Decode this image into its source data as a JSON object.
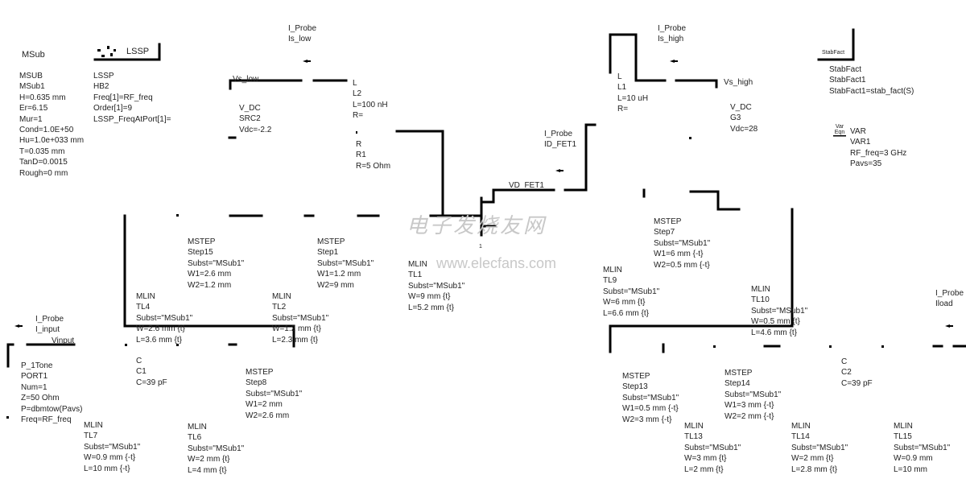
{
  "labels": {
    "msub_title": "MSub",
    "lssp_title": "LSSP",
    "vs_low": "Vs_low",
    "vs_high": "Vs_high",
    "vd_fet1": "VD_FET1",
    "vinput": "Vinput",
    "stabfact_icon": "StabFact",
    "var_icon": "Var Eqn",
    "pin_1": "1"
  },
  "watermark": {
    "cn": "电子发烧友网",
    "url": "www.elecfans.com"
  },
  "blocks": [
    {
      "id": "msub",
      "lines": [
        "MSUB",
        "MSub1",
        "H=0.635 mm",
        "Er=6.15",
        "Mur=1",
        "Cond=1.0E+50",
        "Hu=1.0e+033 mm",
        "T=0.035 mm",
        "TanD=0.0015",
        "Rough=0 mm"
      ]
    },
    {
      "id": "lssp",
      "lines": [
        "LSSP",
        "HB2",
        "Freq[1]=RF_freq",
        "Order[1]=9",
        "LSSP_FreqAtPort[1]="
      ]
    },
    {
      "id": "is-low",
      "lines": [
        "I_Probe",
        "Is_low"
      ]
    },
    {
      "id": "src2",
      "lines": [
        "V_DC",
        "SRC2",
        "Vdc=-2.2"
      ]
    },
    {
      "id": "l2",
      "lines": [
        "L",
        "L2",
        "L=100 nH",
        "R="
      ]
    },
    {
      "id": "r1",
      "lines": [
        "R",
        "R1",
        "R=5 Ohm"
      ]
    },
    {
      "id": "is-high",
      "lines": [
        "I_Probe",
        "Is_high"
      ]
    },
    {
      "id": "l1",
      "lines": [
        "L",
        "L1",
        "L=10 uH",
        "R="
      ]
    },
    {
      "id": "g3",
      "lines": [
        "V_DC",
        "G3",
        "Vdc=28"
      ]
    },
    {
      "id": "stabfact",
      "lines": [
        "StabFact",
        "StabFact1",
        "StabFact1=stab_fact(S)"
      ]
    },
    {
      "id": "var",
      "lines": [
        "VAR",
        "VAR1",
        "RF_freq=3 GHz",
        "Pavs=35"
      ]
    },
    {
      "id": "id-fet1",
      "lines": [
        "I_Probe",
        "ID_FET1"
      ]
    },
    {
      "id": "step15",
      "lines": [
        "MSTEP",
        "Step15",
        "Subst=\"MSub1\"",
        "W1=2.6 mm",
        "W2=1.2 mm"
      ]
    },
    {
      "id": "step1",
      "lines": [
        "MSTEP",
        "Step1",
        "Subst=\"MSub1\"",
        "W1=1.2 mm",
        "W2=9 mm"
      ]
    },
    {
      "id": "tl1",
      "lines": [
        "MLIN",
        "TL1",
        "Subst=\"MSub1\"",
        "W=9 mm {t}",
        "L=5.2 mm {t}"
      ]
    },
    {
      "id": "step7",
      "lines": [
        "MSTEP",
        "Step7",
        "Subst=\"MSub1\"",
        "W1=6 mm {-t}",
        "W2=0.5 mm {-t}"
      ]
    },
    {
      "id": "tl9",
      "lines": [
        "MLIN",
        "TL9",
        "Subst=\"MSub1\"",
        "W=6 mm {t}",
        "L=6.6 mm {t}"
      ]
    },
    {
      "id": "tl4",
      "lines": [
        "MLIN",
        "TL4",
        "Subst=\"MSub1\"",
        "W=2.6 mm {t}",
        "L=3.6 mm {t}"
      ]
    },
    {
      "id": "tl2",
      "lines": [
        "MLIN",
        "TL2",
        "Subst=\"MSub1\"",
        "W=1.2 mm {t}",
        "L=2.3 mm {t}"
      ]
    },
    {
      "id": "i-input",
      "lines": [
        "I_Probe",
        "I_input"
      ]
    },
    {
      "id": "tl10",
      "lines": [
        "MLIN",
        "TL10",
        "Subst=\"MSub1\"",
        "W=0.5 mm {t}",
        "L=4.6 mm {t}"
      ]
    },
    {
      "id": "iload",
      "lines": [
        "I_Probe",
        "Iload"
      ]
    },
    {
      "id": "port1",
      "lines": [
        "P_1Tone",
        "PORT1",
        "Num=1",
        "Z=50 Ohm",
        "P=dbmtow(Pavs)",
        "Freq=RF_freq"
      ]
    },
    {
      "id": "c1",
      "lines": [
        "C",
        "C1",
        "C=39 pF"
      ]
    },
    {
      "id": "step8",
      "lines": [
        "MSTEP",
        "Step8",
        "Subst=\"MSub1\"",
        "W1=2 mm",
        "W2=2.6 mm"
      ]
    },
    {
      "id": "step13",
      "lines": [
        "MSTEP",
        "Step13",
        "Subst=\"MSub1\"",
        "W1=0.5 mm {-t}",
        "W2=3 mm {-t}"
      ]
    },
    {
      "id": "step14",
      "lines": [
        "MSTEP",
        "Step14",
        "Subst=\"MSub1\"",
        "W1=3 mm {-t}",
        "W2=2 mm {-t}"
      ]
    },
    {
      "id": "c2",
      "lines": [
        "C",
        "C2",
        "C=39 pF"
      ]
    },
    {
      "id": "tl7",
      "lines": [
        "MLIN",
        "TL7",
        "Subst=\"MSub1\"",
        "W=0.9 mm {-t}",
        "L=10 mm {-t}"
      ]
    },
    {
      "id": "tl6",
      "lines": [
        "MLIN",
        "TL6",
        "Subst=\"MSub1\"",
        "W=2 mm {t}",
        "L=4 mm {t}"
      ]
    },
    {
      "id": "tl13",
      "lines": [
        "MLIN",
        "TL13",
        "Subst=\"MSub1\"",
        "W=3 mm {t}",
        "L=2 mm {t}"
      ]
    },
    {
      "id": "tl14",
      "lines": [
        "MLIN",
        "TL14",
        "Subst=\"MSub1\"",
        "W=2 mm {t}",
        "L=2.8 mm {t}"
      ]
    },
    {
      "id": "tl15",
      "lines": [
        "MLIN",
        "TL15",
        "Subst=\"MSub1\"",
        "W=0.9 mm",
        "L=10 mm"
      ]
    }
  ]
}
